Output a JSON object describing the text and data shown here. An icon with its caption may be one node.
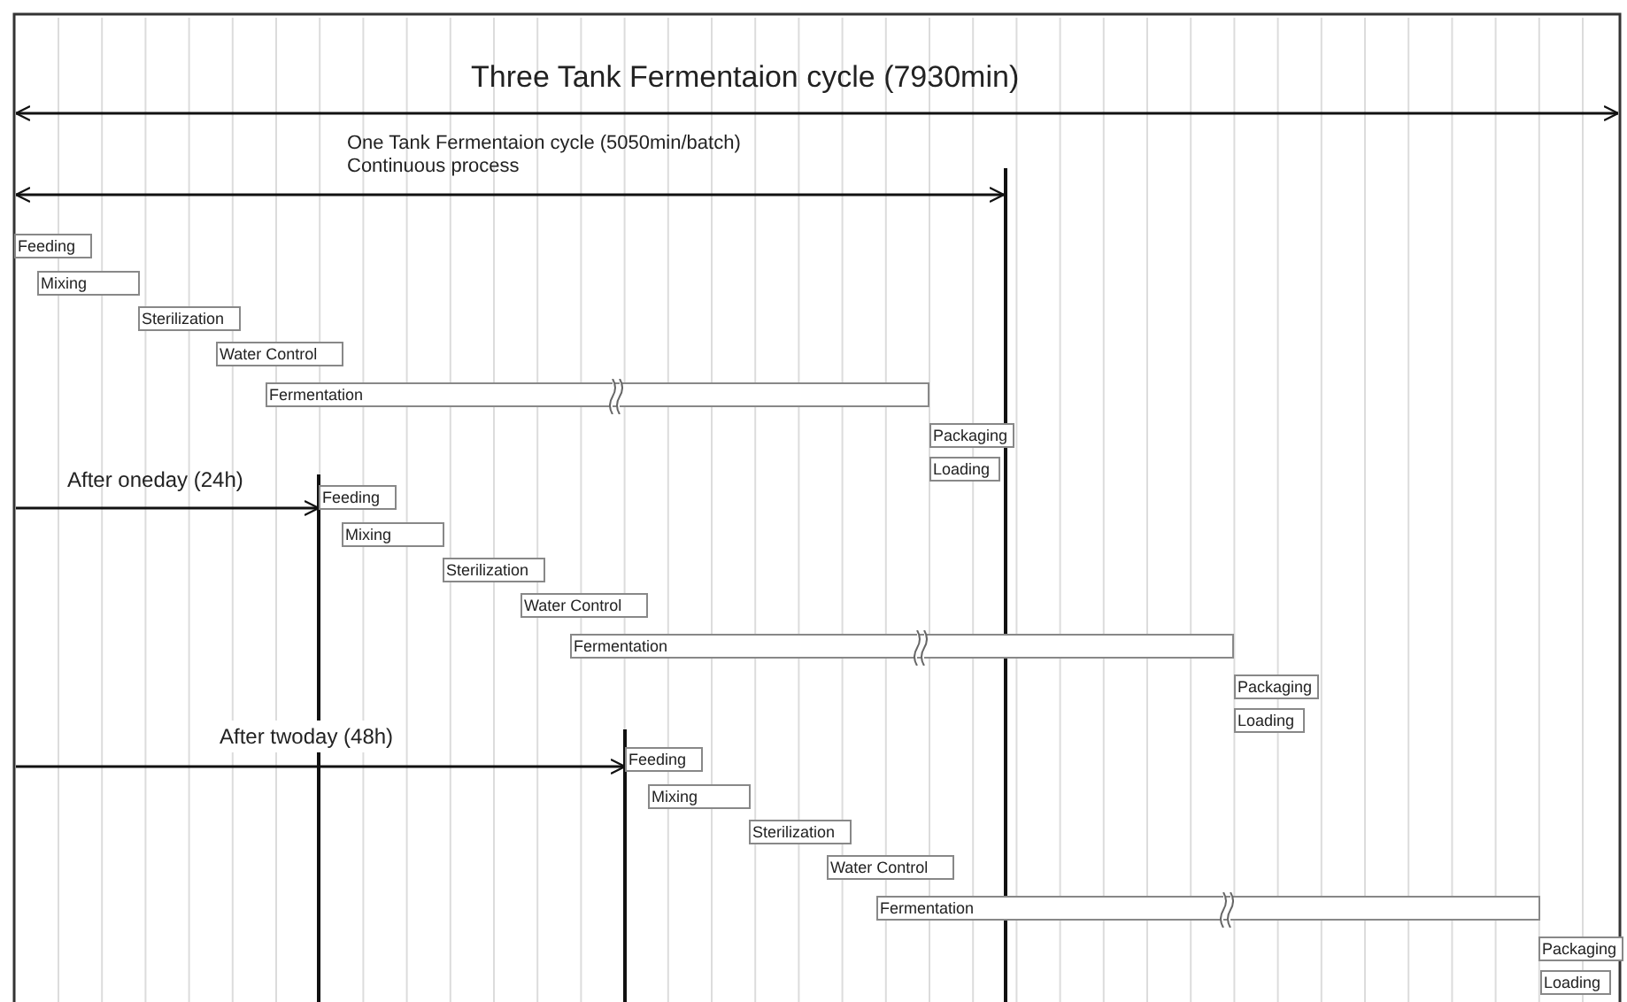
{
  "diagram": {
    "title": "Three Tank Fermentaion cycle (7930min)",
    "nodes": [
      {
        "text": [
          "Feeding"
        ]
      },
      {
        "text": [
          "Mixing"
        ]
      },
      {
        "text": [
          "Sterilization"
        ]
      },
      {
        "text": [
          "Water Control"
        ]
      },
      {
        "text": [
          "Fermentation"
        ]
      },
      {
        "text": [
          "Packaging"
        ]
      },
      {
        "text": [
          "Loading"
        ]
      },
      {
        "text": [
          "Feeding"
        ]
      },
      {
        "text": [
          "Mixing"
        ]
      },
      {
        "text": [
          "Sterilization"
        ]
      },
      {
        "text": [
          "Water Control"
        ]
      },
      {
        "text": [
          "Fermentation"
        ]
      },
      {
        "text": [
          "Packaging"
        ]
      },
      {
        "text": [
          "Loading"
        ]
      },
      {
        "text": [
          "Feeding"
        ]
      },
      {
        "text": [
          "Mixing"
        ]
      },
      {
        "text": [
          "Sterilization"
        ]
      },
      {
        "text": [
          "Water Control"
        ]
      },
      {
        "text": [
          "Fermentation"
        ]
      },
      {
        "text": [
          "Packaging"
        ]
      },
      {
        "text": [
          "Loading"
        ]
      }
    ],
    "labels": [
      "One Tank Fermentaion cycle (5050min/batch)",
      "Continuous process",
      "After oneday (24h)",
      "After twoday (48h)"
    ]
  }
}
